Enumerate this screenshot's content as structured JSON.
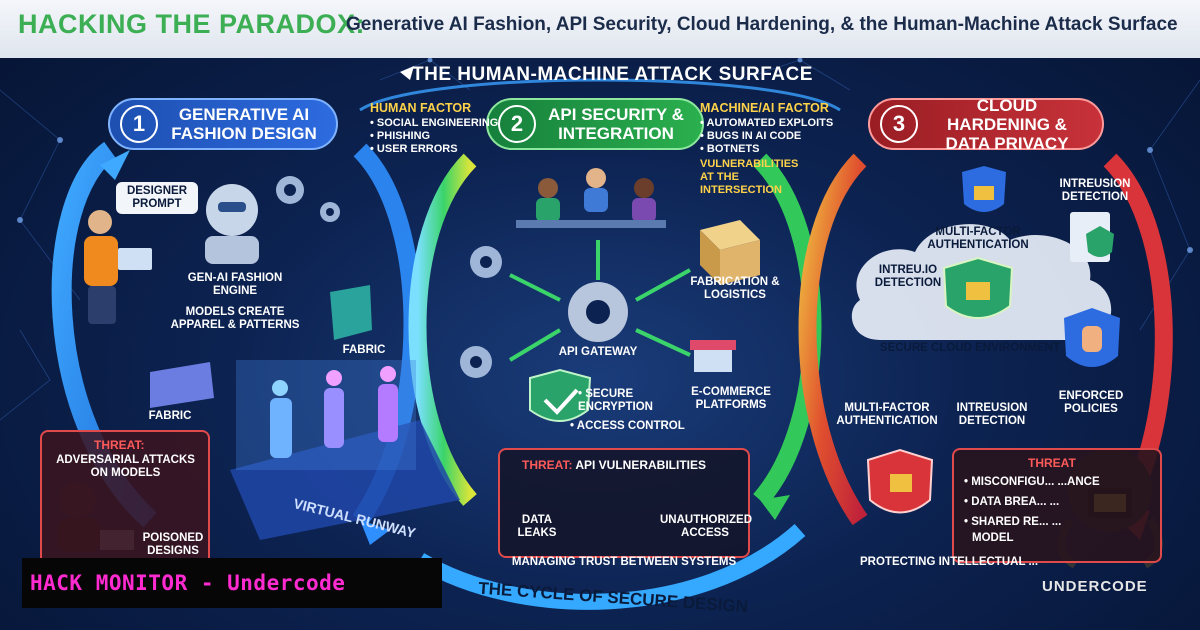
{
  "header": {
    "title": "HACKING THE PARADOX:",
    "subtitle": "Generative AI Fashion, API Security, Cloud Hardening, & the Human-Machine Attack Surface"
  },
  "center": {
    "attack_surface_title": "THE HUMAN-MACHINE ATTACK SURFACE",
    "cycle_label": "THE CYCLE OF SECURE DESIGN"
  },
  "human_factor": {
    "heading": "HUMAN FACTOR",
    "items": [
      "• SOCIAL ENGINEERING",
      "• PHISHING",
      "• USER ERRORS"
    ]
  },
  "machine_factor": {
    "heading": "MACHINE/AI FACTOR",
    "items": [
      "• AUTOMATED EXPLOITS",
      "• BUGS IN AI CODE",
      "• BOTNETS"
    ],
    "intersection": "VULNERABILITIES AT THE INTERSECTION"
  },
  "section1": {
    "number": "1",
    "title": "GENERATIVE AI FASHION DESIGN",
    "designer_prompt": "DESIGNER PROMPT",
    "engine": "GEN-AI FASHION ENGINE",
    "models": "MODELS CREATE APPAREL & PATTERNS",
    "fabric_right": "FABRIC",
    "fabric_left": "FABRIC",
    "runway": "VIRTUAL RUNWAY",
    "threat_label": "THREAT:",
    "threat_text": "ADVERSARIAL ATTACKS ON MODELS",
    "poisoned": "POISONED DESIGNS"
  },
  "section2": {
    "number": "2",
    "title": "API SECURITY & INTEGRATION",
    "gateway": "API GATEWAY",
    "fabrication": "FABRICATION & LOGISTICS",
    "ecommerce": "E-COMMERCE PLATFORMS",
    "secure_encryption": "• SECURE ENCRYPTION",
    "access_control": "• ACCESS CONTROL",
    "threat_label": "THREAT:",
    "threat_text": "API VULNERABILITIES",
    "data_leaks": "DATA LEAKS",
    "unauthorized": "UNAUTHORIZED ACCESS",
    "trust": "MANAGING TRUST BETWEEN SYSTEMS"
  },
  "section3": {
    "number": "3",
    "title": "CLOUD HARDENING & DATA PRIVACY",
    "intrusion_detection_top": "INTREUSION DETECTION",
    "mfa_top": "MULTI-FACTOR AUTHENTICATION",
    "intrusion_cloud": "INTREU.IO DETECTION",
    "secure_cloud": "SECURE CLOUD ENVIRONMENT",
    "mfa_bottom": "MULTI-FACTOR AUTHENTICATION",
    "intrusion_bottom": "INTREUSION DETECTION",
    "enforced": "ENFORCED POLICIES",
    "threat_label": "THREAT",
    "threat_items": [
      "• MISCONFIGU... ...ANCE",
      "• DATA BREA... ...",
      "• SHARED RE... ...",
      "MODEL"
    ],
    "protecting": "PROTECTING INTELLECTUAL ..."
  },
  "watermark": {
    "hack_monitor": "HACK MONITOR - Undercode",
    "undercode": "UNDERCODE"
  },
  "colors": {
    "title_green": "#3cae54",
    "blue": "#2d6be0",
    "green": "#2bb04e",
    "red": "#c8323a",
    "magenta": "#ff2bd0"
  }
}
